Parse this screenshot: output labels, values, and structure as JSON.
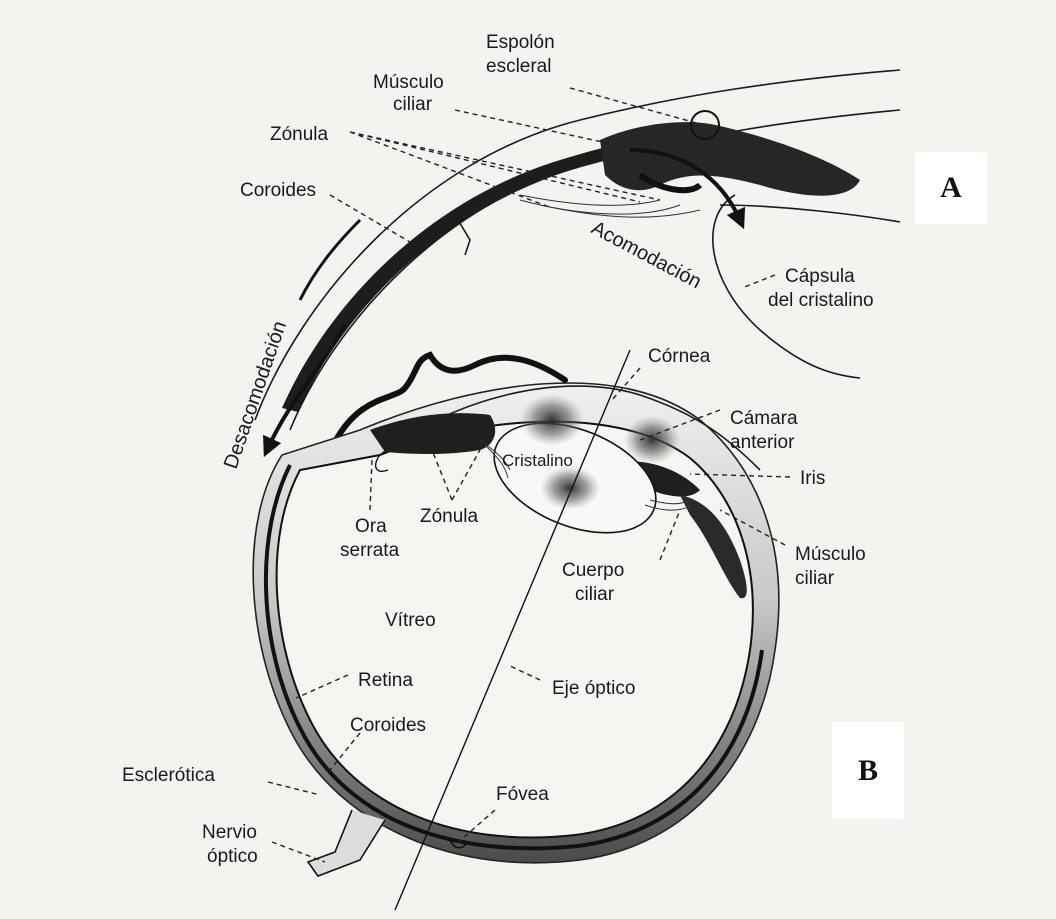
{
  "panels": {
    "a": "A",
    "b": "B"
  },
  "panel_a": {
    "espolon_line1": "Espolón",
    "espolon_line2": "escleral",
    "musculo_line1": "Músculo",
    "musculo_line2": "ciliar",
    "zonula": "Zónula",
    "coroides": "Coroides",
    "acomodacion": "Acomodación",
    "capsula_line1": "Cápsula",
    "capsula_line2": "del cristalino",
    "desacomodacion": "Desacomodación"
  },
  "panel_b": {
    "cornea": "Córnea",
    "camara_line1": "Cámara",
    "camara_line2": "anterior",
    "cristalino": "Cristalino",
    "iris": "Iris",
    "zonula": "Zónula",
    "ora_line1": "Ora",
    "ora_line2": "serrata",
    "musculo_line1": "Músculo",
    "musculo_line2": "ciliar",
    "cuerpo_line1": "Cuerpo",
    "cuerpo_line2": "ciliar",
    "vitreo": "Vítreo",
    "eje_optico": "Eje óptico",
    "retina": "Retina",
    "coroides": "Coroides",
    "esclerotica": "Esclerótica",
    "fovea": "Fóvea",
    "nervio_line1": "Nervio",
    "nervio_line2": "óptico"
  },
  "colors": {
    "ink": "#1a1a1a",
    "paper": "#f4f3f0",
    "box": "#ffffff"
  }
}
